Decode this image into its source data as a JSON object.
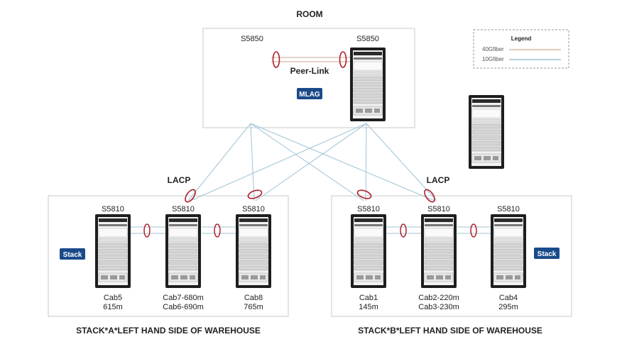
{
  "room": {
    "title": "ROOM",
    "left_switch": "S5850",
    "right_switch": "S5850",
    "peer_link": "Peer-Link",
    "mlag_badge": "MLAG"
  },
  "legend": {
    "title": "Legend",
    "items": [
      {
        "label": "40Gfiber",
        "color": "#d9b8a6"
      },
      {
        "label": "10Gfiber",
        "color": "#9fc3d6"
      }
    ]
  },
  "stack_a": {
    "title": "STACK*A*LEFT HAND SIDE OF WAREHOUSE",
    "lacp": "LACP",
    "badge": "Stack",
    "cabinets": [
      {
        "model": "S5810",
        "line1": "Cab5",
        "line2": "615m"
      },
      {
        "model": "S5810",
        "line1": "Cab7-680m",
        "line2": "Cab6-690m"
      },
      {
        "model": "S5810",
        "line1": "Cab8",
        "line2": "765m"
      }
    ]
  },
  "stack_b": {
    "title": "STACK*B*LEFT HAND SIDE OF WAREHOUSE",
    "lacp": "LACP",
    "badge": "Stack",
    "cabinets": [
      {
        "model": "S5810",
        "line1": "Cab1",
        "line2": "145m"
      },
      {
        "model": "S5810",
        "line1": "Cab2-220m",
        "line2": "Cab3-230m"
      },
      {
        "model": "S5810",
        "line1": "Cab4",
        "line2": "295m"
      }
    ]
  },
  "colors": {
    "badge": "#1a4a8a",
    "link_10g": "#9fc3d6",
    "link_40g": "#d9b8a6",
    "lacp_ring": "#b01e2a",
    "rack_frame": "#1e1e1e"
  }
}
